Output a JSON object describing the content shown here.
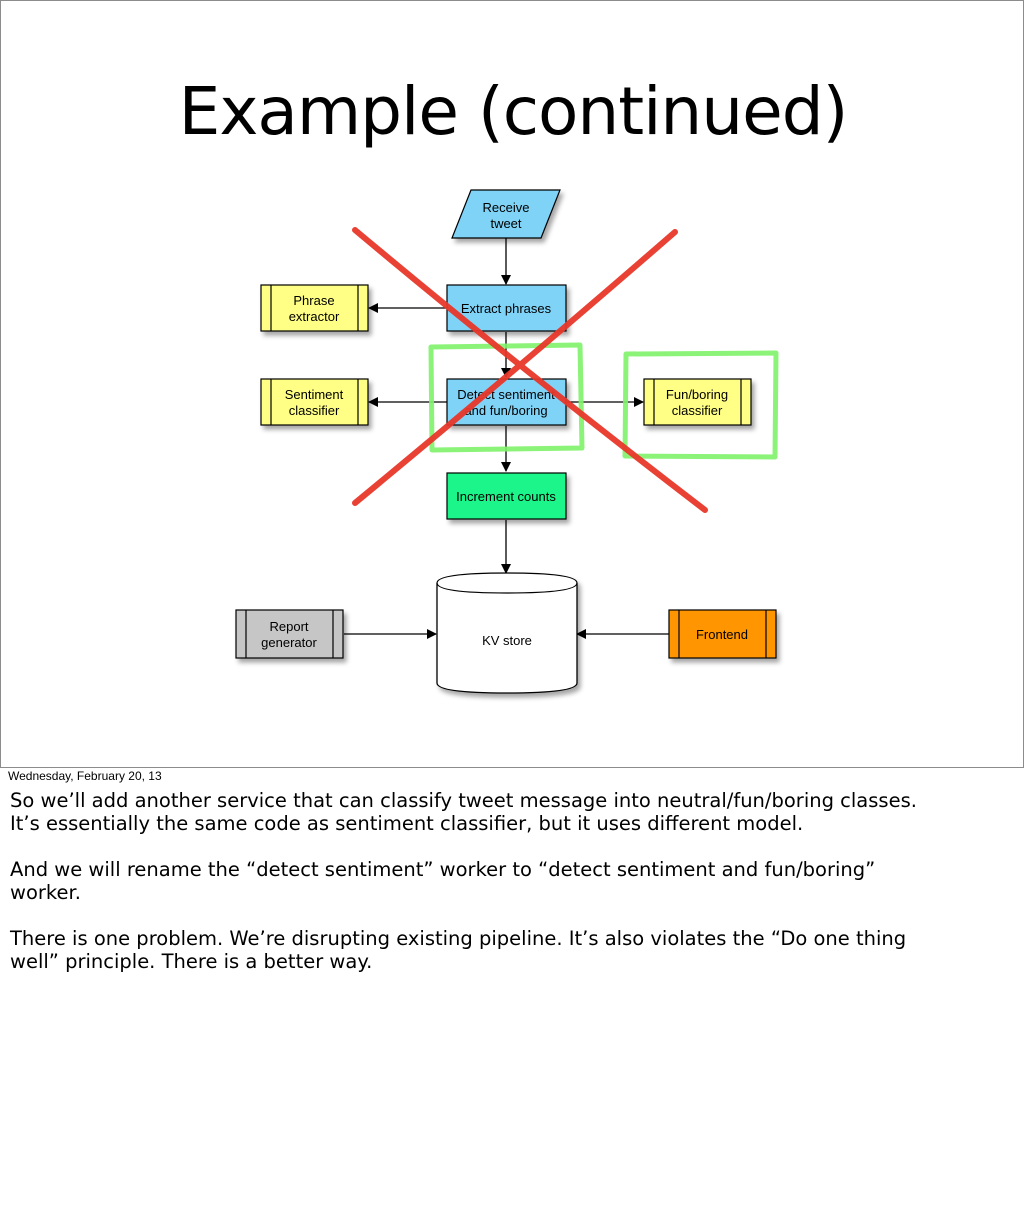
{
  "slide": {
    "title": "Example (continued)"
  },
  "diagram": {
    "nodes": {
      "receive_tweet": [
        "Receive",
        "tweet"
      ],
      "extract_phrases": [
        "Extract phrases"
      ],
      "phrase_extractor": [
        "Phrase",
        "extractor"
      ],
      "detect_sentiment": [
        "Detect sentiment",
        "and fun/boring"
      ],
      "sentiment_classifier": [
        "Sentiment",
        "classifier"
      ],
      "fun_boring_classifier": [
        "Fun/boring",
        "classifier"
      ],
      "increment_counts": [
        "Increment counts"
      ],
      "kv_store": [
        "KV store"
      ],
      "report_generator": [
        "Report",
        "generator"
      ],
      "frontend": [
        "Frontend"
      ]
    },
    "colors": {
      "blue": "#7fd3f7",
      "yellow": "#ffff86",
      "green": "#1af58a",
      "gray": "#c6c6c6",
      "orange": "#ff9500",
      "cross_red": "#e8372a",
      "highlight_green": "#7ff26a"
    }
  },
  "footer": {
    "date": "Wednesday, February 20, 13"
  },
  "notes": {
    "p1": [
      "So we’ll add another service that can classify tweet message into neutral/fun/boring classes.",
      "It’s essentially the same code as sentiment classifier, but it uses different model."
    ],
    "p2": [
      "And we will rename the “detect sentiment” worker to “detect sentiment and fun/boring”",
      "worker."
    ],
    "p3": [
      "There is one problem. We’re disrupting existing pipeline. It’s also violates the “Do one thing",
      "well” principle. There is a better way."
    ]
  }
}
